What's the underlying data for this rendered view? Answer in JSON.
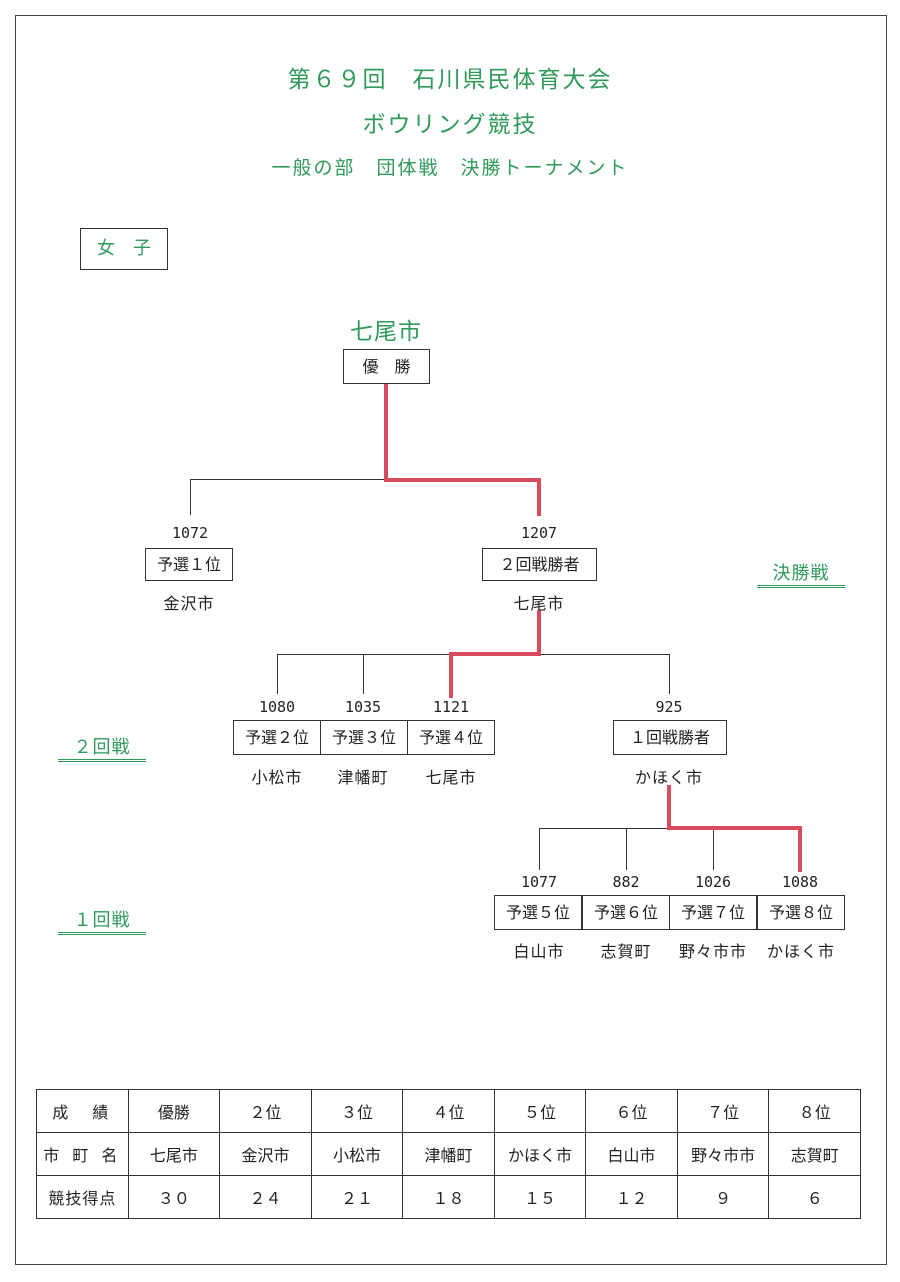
{
  "header": {
    "line1": "第６９回　石川県民体育大会",
    "line2": "ボウリング競技",
    "line3": "一般の部　団体戦　決勝トーナメント"
  },
  "division": "女　子",
  "champion": {
    "team": "七尾市",
    "label": "優　勝"
  },
  "rounds": {
    "final": "決勝戦",
    "round2": "２回戦",
    "round1": "１回戦"
  },
  "final": [
    {
      "score": "1072",
      "label": "予選１位",
      "team": "金沢市"
    },
    {
      "score": "1207",
      "label": "２回戦勝者",
      "team": "七尾市"
    }
  ],
  "round2": [
    {
      "score": "1080",
      "label": "予選２位",
      "team": "小松市"
    },
    {
      "score": "1035",
      "label": "予選３位",
      "team": "津幡町"
    },
    {
      "score": "1121",
      "label": "予選４位",
      "team": "七尾市"
    },
    {
      "score": "925",
      "label": "１回戦勝者",
      "team": "かほく市"
    }
  ],
  "round1": [
    {
      "score": "1077",
      "label": "予選５位",
      "team": "白山市"
    },
    {
      "score": "882",
      "label": "予選６位",
      "team": "志賀町"
    },
    {
      "score": "1026",
      "label": "予選７位",
      "team": "野々市市"
    },
    {
      "score": "1088",
      "label": "予選８位",
      "team": "かほく市"
    }
  ],
  "results": {
    "rows": [
      [
        "成　績",
        "優勝",
        "２位",
        "３位",
        "４位",
        "５位",
        "６位",
        "７位",
        "８位"
      ],
      [
        "市 町 名",
        "七尾市",
        "金沢市",
        "小松市",
        "津幡町",
        "かほく市",
        "白山市",
        "野々市市",
        "志賀町"
      ],
      [
        "競技得点",
        "３０",
        "２４",
        "２１",
        "１８",
        "１５",
        "１２",
        "９",
        "６"
      ]
    ]
  },
  "colors": {
    "accent": "#2f9a5a",
    "winner_line": "#d94a5c"
  }
}
